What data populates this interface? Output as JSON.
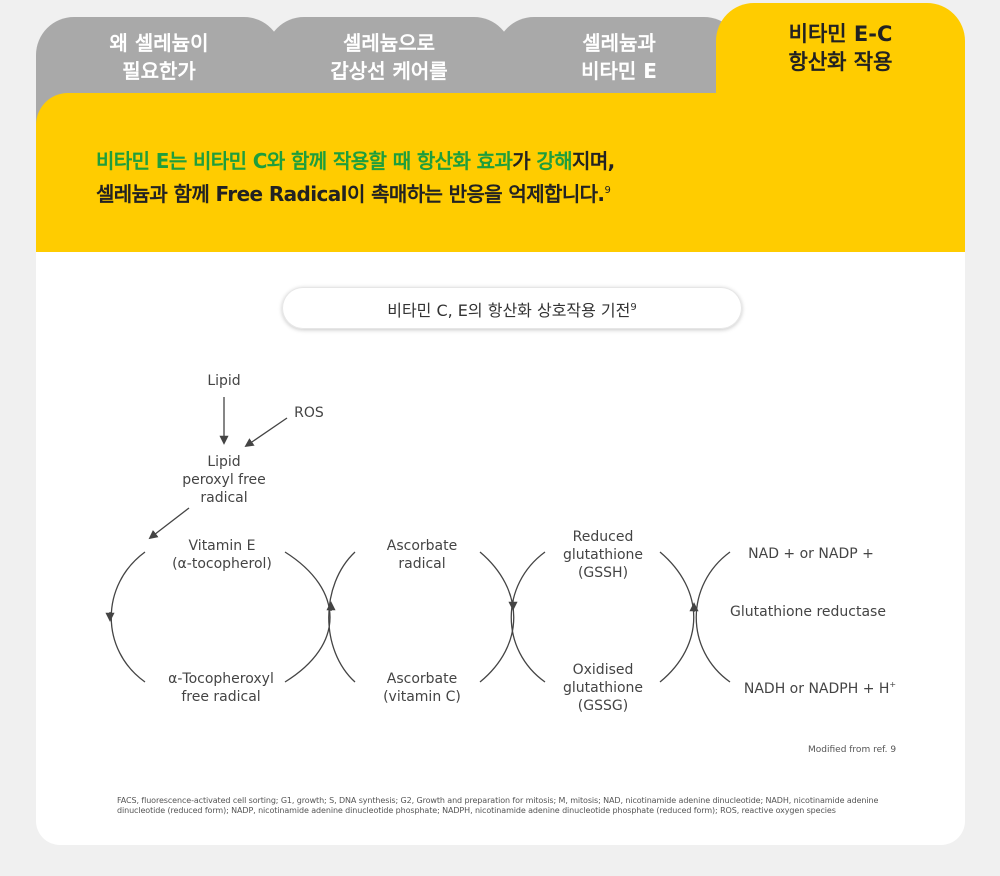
{
  "tabs": [
    {
      "line1": "왜 셀레늄이",
      "line2": "필요한가"
    },
    {
      "line1": "셀레늄으로",
      "line2": "갑상선 케어를"
    },
    {
      "line1": "셀레늄과",
      "line2": "비타민 E"
    },
    {
      "line1": "비타민 E-C",
      "line2": "항산화 작용"
    }
  ],
  "headline": {
    "line1_g1": "비타민 E는 비타민 C와 함께 작용할 때 항산화 효과",
    "line1_d1": "가 ",
    "line1_g2": "강해",
    "line1_d2": "지며,",
    "line2": "셀레늄과 함께 Free Radical이 촉매하는 반응을 억제합니다.",
    "ref": "9"
  },
  "diagram_title": {
    "text": "비타민 C, E의  항산화 상호작용 기전",
    "ref": "9"
  },
  "diagram": {
    "lipid": "Lipid",
    "ros": "ROS",
    "lipid_peroxyl": [
      "Lipid",
      "peroxyl free",
      "radical"
    ],
    "vitamin_e": [
      "Vitamin E",
      "(α-tocopherol)"
    ],
    "tocopheroxyl": [
      "α-Tocopheroxyl",
      "free radical"
    ],
    "ascorbate_radical": [
      "Ascorbate",
      "radical"
    ],
    "ascorbate": [
      "Ascorbate",
      "(vitamin C)"
    ],
    "reduced_glutathione": [
      "Reduced",
      "glutathione",
      "(GSSH)"
    ],
    "oxidised_glutathione": [
      "Oxidised",
      "glutathione",
      "(GSSG)"
    ],
    "nad": "NAD + or NADP +",
    "glutathione_reductase": "Glutathione reductase",
    "nadh": "NADH or NADPH + H",
    "nadh_sup": "+"
  },
  "source_note": "Modified from ref. 9",
  "footnote": "FACS, fluorescence-activated cell sorting; G1, growth; S, DNA synthesis; G2, Growth and preparation for mitosis; M, mitosis; NAD, nicotinamide adenine dinucleotide; NADH, nicotinamide adenine dinucleotide (reduced form); NADP, nicotinamide adenine dinucleotide phosphate; NADPH, nicotinamide adenine dinucleotide phosphate (reduced form); ROS, reactive oxygen species",
  "colors": {
    "accent_yellow": "#ffcc00",
    "highlight_green": "#1f9e3c",
    "tab_inactive": "#a9a9a9"
  }
}
